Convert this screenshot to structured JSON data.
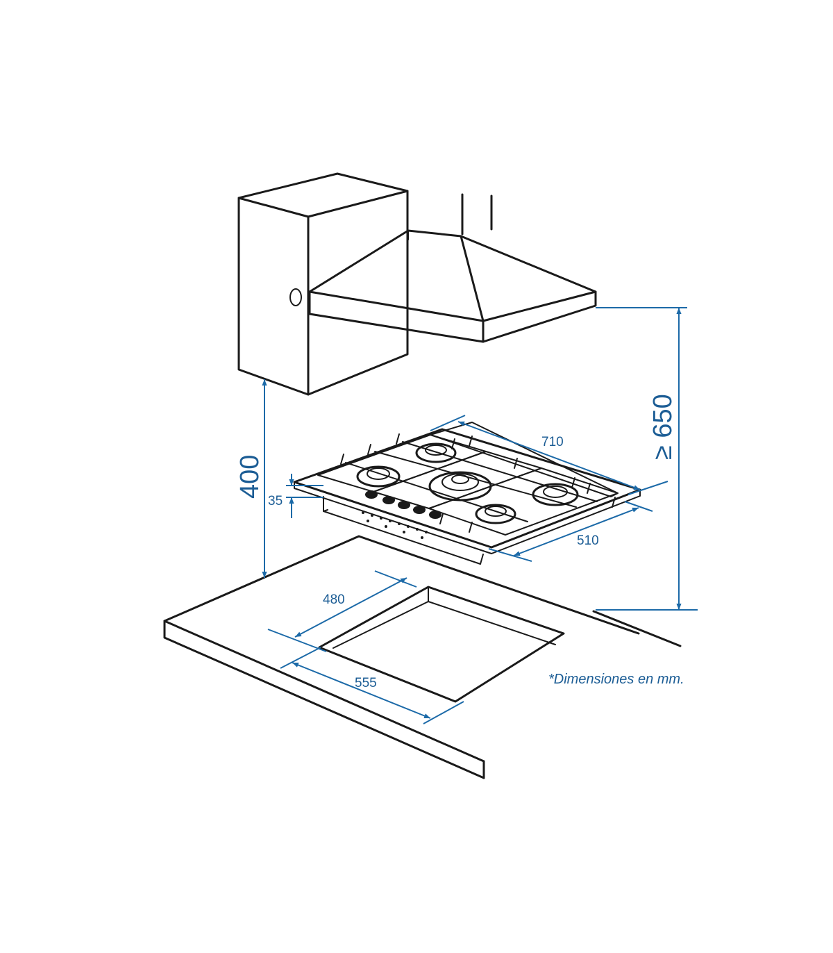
{
  "dimensions": {
    "hob_width": "710",
    "hob_depth": "510",
    "hob_height": "35",
    "cutout_depth": "480",
    "cutout_width": "555",
    "cabinet_clearance": "400",
    "hood_clearance": "≥ 650"
  },
  "note": "*Dimensiones en mm.",
  "colors": {
    "dimension": "#1c6aa8",
    "outline": "#1a1a1a",
    "background": "#ffffff"
  },
  "icons": {
    "hood": "range-hood-icon",
    "cabinet": "wall-cabinet-icon",
    "hob": "gas-hob-icon",
    "worktop": "worktop-cutout-icon"
  }
}
